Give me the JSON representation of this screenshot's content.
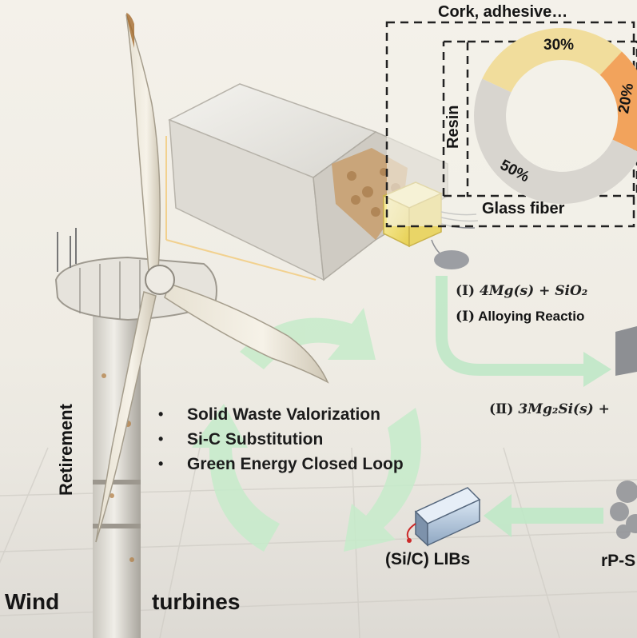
{
  "donut": {
    "title": "Cork, adhesive…",
    "label_left": "Resin",
    "label_bottom": "Glass fiber",
    "slices": [
      {
        "label": "30%",
        "value": 30,
        "color": "#f1dd9c"
      },
      {
        "label": "20%",
        "value": 20,
        "color": "#f2a35c"
      },
      {
        "label": "50%",
        "value": 50,
        "color": "#d8d5cf"
      }
    ]
  },
  "reactions": {
    "r1_num": "(Ⅰ)",
    "r1_eq": "4Mg(s) + SiO₂",
    "r1_desc_num": "(Ⅰ)",
    "r1_desc": "Alloying Reactio",
    "r2_num": "(Ⅱ)",
    "r2_eq": "3Mg₂Si(s) +"
  },
  "bullets": [
    "Solid Waste Valorization",
    "Si-C Substitution",
    "Green Energy Closed Loop"
  ],
  "labels": {
    "retirement": "Retirement",
    "battery": "(Si/C) LIBs",
    "product": "rP-S",
    "wind": "Wind",
    "turbines": "turbines"
  },
  "colors": {
    "arrow_green": "#bfe8c6",
    "recycle_green": "#c6ebca",
    "resin_cube": "#f3e47a"
  }
}
